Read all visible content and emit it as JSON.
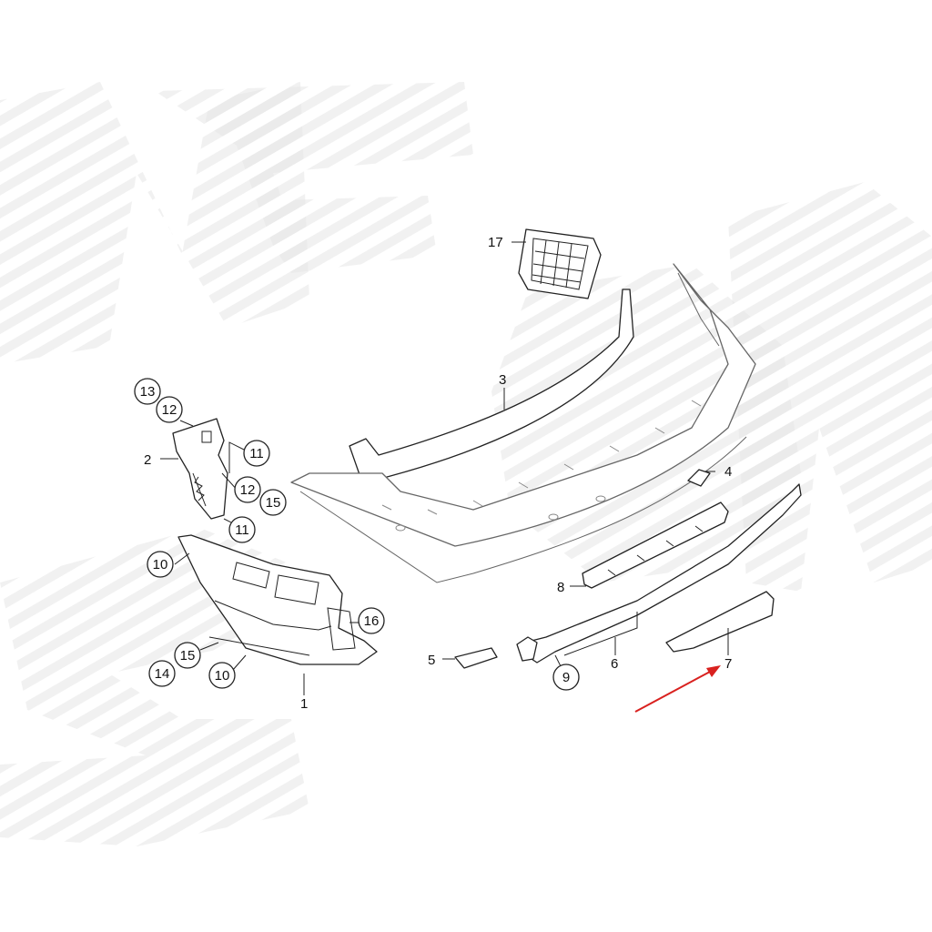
{
  "diagram": {
    "accent_color": "#d9211f",
    "plain_labels": [
      {
        "id": "lbl-17",
        "text": "17"
      },
      {
        "id": "lbl-3",
        "text": "3"
      },
      {
        "id": "lbl-2",
        "text": "2"
      },
      {
        "id": "lbl-4",
        "text": "4"
      },
      {
        "id": "lbl-8",
        "text": "8"
      },
      {
        "id": "lbl-1",
        "text": "1"
      },
      {
        "id": "lbl-5",
        "text": "5"
      },
      {
        "id": "lbl-6",
        "text": "6"
      },
      {
        "id": "lbl-7",
        "text": "7"
      }
    ],
    "circled_labels": [
      {
        "id": "c-13",
        "text": "13"
      },
      {
        "id": "c-12a",
        "text": "12"
      },
      {
        "id": "c-11a",
        "text": "11"
      },
      {
        "id": "c-12b",
        "text": "12"
      },
      {
        "id": "c-15a",
        "text": "15"
      },
      {
        "id": "c-11b",
        "text": "11"
      },
      {
        "id": "c-10a",
        "text": "10"
      },
      {
        "id": "c-16",
        "text": "16"
      },
      {
        "id": "c-15b",
        "text": "15"
      },
      {
        "id": "c-14",
        "text": "14"
      },
      {
        "id": "c-10b",
        "text": "10"
      },
      {
        "id": "c-9",
        "text": "9"
      }
    ]
  }
}
